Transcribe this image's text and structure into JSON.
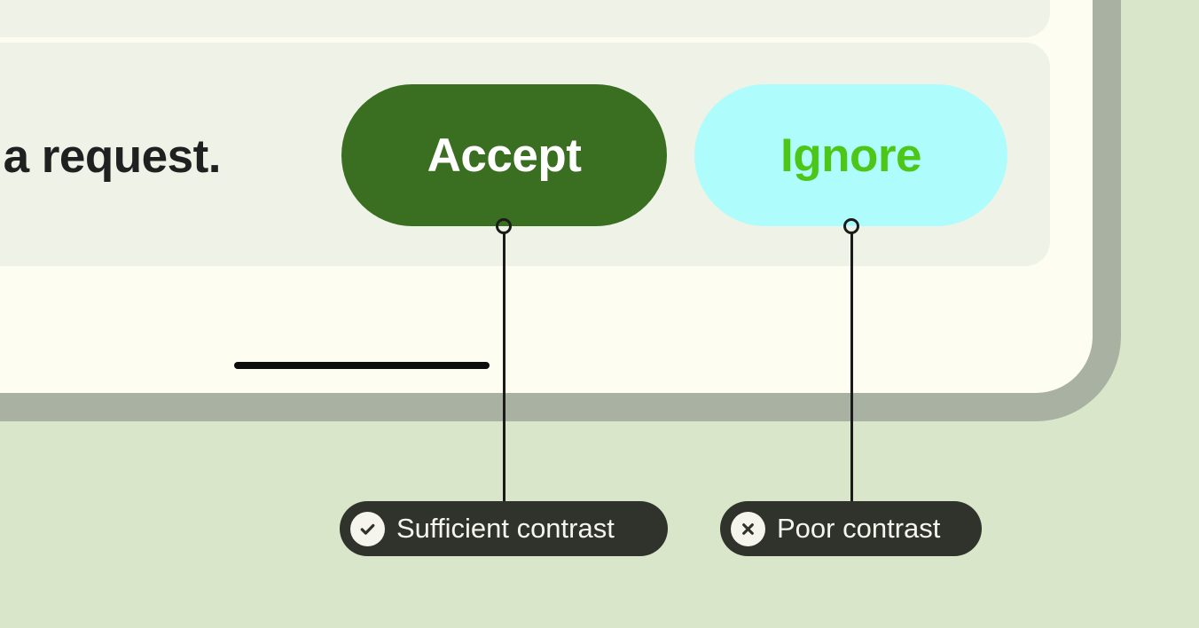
{
  "illustration": {
    "background_color": "#d9e6c9",
    "phone": {
      "frame_color": "#a9b2a2",
      "screen_color": "#fdfdf2",
      "panel_color": "#eef2e7",
      "message_text": "a request.",
      "gesture_bar_color": "#0d0d0d",
      "buttons": [
        {
          "label": "Accept",
          "background": "#3a6e20",
          "text_color": "#ffffff"
        },
        {
          "label": "Ignore",
          "background": "#aefdfc",
          "text_color": "#4cc717"
        }
      ]
    },
    "annotations": {
      "pill_background": "#2f332c",
      "pill_text_color": "#f5f4ed",
      "items": [
        {
          "icon": "check",
          "label": "Sufficient contrast"
        },
        {
          "icon": "cross",
          "label": "Poor contrast"
        }
      ]
    }
  }
}
